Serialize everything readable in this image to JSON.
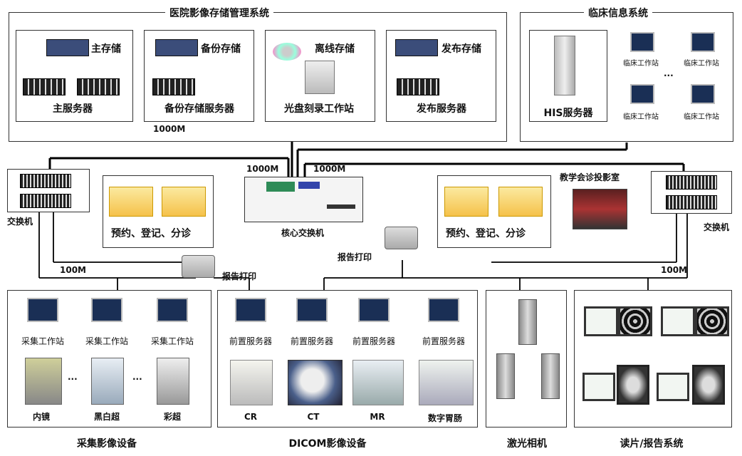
{
  "pacs": {
    "title": "医院影像存储管理系统",
    "cells": [
      {
        "top_label": "主存储",
        "bottom_label": "主服务器"
      },
      {
        "top_label": "备份存储",
        "bottom_label": "备份存储服务器"
      },
      {
        "top_label": "离线存储",
        "bottom_label": "光盘刻录工作站"
      },
      {
        "top_label": "发布存储",
        "bottom_label": "发布服务器"
      }
    ],
    "link_speed": "1000M"
  },
  "clinical": {
    "title": "临床信息系统",
    "server_label": "HIS服务器",
    "workstation_label": "临床工作站",
    "ellipsis": "..."
  },
  "core": {
    "label": "核心交换机",
    "speed_left": "1000M",
    "speed_right": "1000M"
  },
  "left": {
    "switch_label": "交换机",
    "booking_label": "预约、登记、分诊",
    "speed": "100M",
    "printer_label": "报告打印"
  },
  "right": {
    "switch_label": "交换机",
    "booking_label": "预约、登记、分诊",
    "teaching_label": "教学会诊投影室",
    "speed": "100M",
    "printer_label": "报告打印"
  },
  "groups": {
    "capture": {
      "title": "采集影像设备",
      "workstation_label": "采集工作站",
      "devices": [
        "内镜",
        "黑白超",
        "彩超"
      ],
      "ellipsis": "..."
    },
    "dicom": {
      "title": "DICOM影像设备",
      "server_label": "前置服务器",
      "devices": [
        "CR",
        "CT",
        "MR",
        "数字胃肠"
      ]
    },
    "laser": {
      "title": "激光相机"
    },
    "reading": {
      "title": "读片/报告系统"
    }
  }
}
